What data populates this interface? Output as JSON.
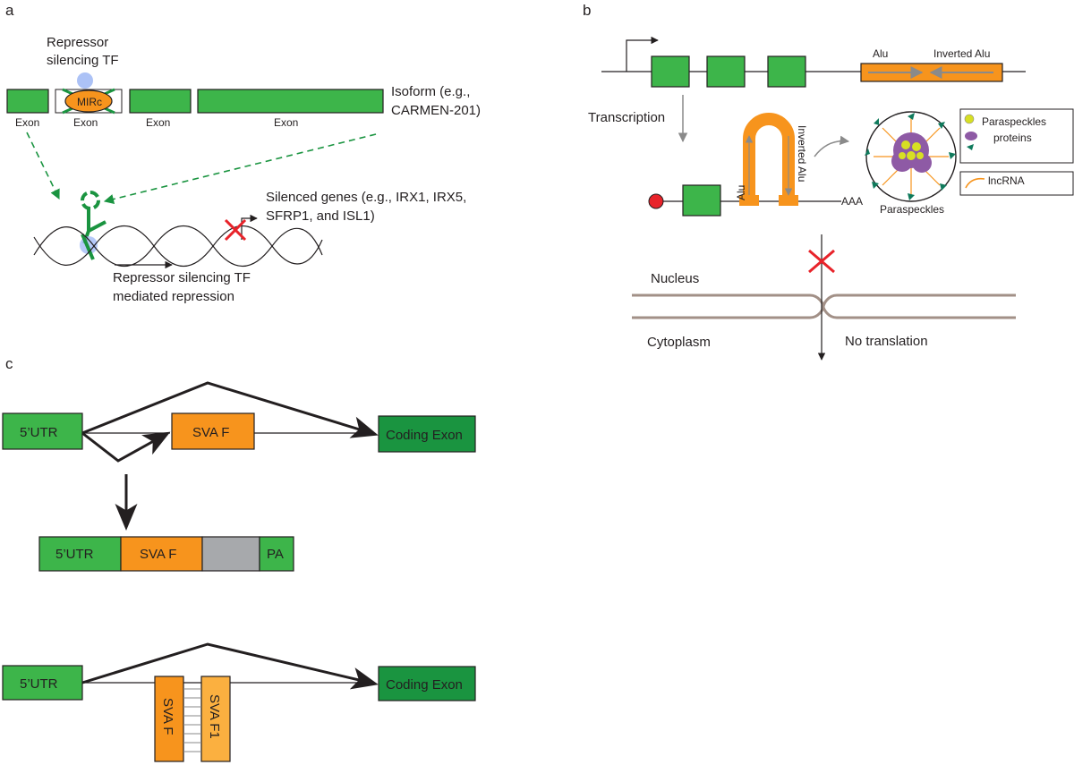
{
  "panels": {
    "a": {
      "label": "a",
      "repressor_label_line1": "Repressor",
      "repressor_label_line2": "silencing TF",
      "mirc_label": "MIRc",
      "exon_labels": [
        "Exon",
        "Exon",
        "Exon",
        "Exon"
      ],
      "isoform_line1": "Isoform (e.g.,",
      "isoform_line2": "CARMEN-201)",
      "silenced_line1": "Silenced genes (e.g., IRX1, IRX5,",
      "silenced_line2": "SFRP1, and ISL1)",
      "repression_line1": "Repressor silencing TF",
      "repression_line2": "mediated repression"
    },
    "b": {
      "label": "b",
      "alu_label": "Alu",
      "inverted_alu_label": "Inverted Alu",
      "transcription_label": "Transcription",
      "hairpin_alu": "Alu",
      "hairpin_inverted_alu": "Inverted Alu",
      "polya": "AAA",
      "paraspeckles_label": "Paraspeckles",
      "legend_proteins_line1": "Paraspeckles",
      "legend_proteins_line2": "proteins",
      "legend_lncrna": "lncRNA",
      "nucleus": "Nucleus",
      "cytoplasm": "Cytoplasm",
      "no_translation": "No translation"
    },
    "c": {
      "label": "c",
      "top_utr": "5’UTR",
      "top_sva": "SVA F",
      "top_coding": "Coding Exon",
      "mid_utr": "5’UTR",
      "mid_sva": "SVA F",
      "mid_pa": "PA",
      "bot_utr": "5’UTR",
      "bot_coding": "Coding Exon",
      "bot_sva": "SVA F",
      "bot_sva1": "SVA F1"
    }
  },
  "colors": {
    "exon_green": "#3db54a",
    "coding_green": "#1a9440",
    "sva_orange": "#f7941d",
    "sva1_orange": "#fbb040",
    "grey_box": "#a7a9ac",
    "dashed_arrow": "#1a9440",
    "repressor_blue": "#9db7f5",
    "silenced_cross": "#e8232a",
    "cap_red": "#e8232a",
    "membrane": "#a29087",
    "paraspeckle_purple": "#8e5aa5",
    "paraspeckle_yellow": "#d7df23",
    "paraspeckle_teal": "#0f7a5c"
  }
}
